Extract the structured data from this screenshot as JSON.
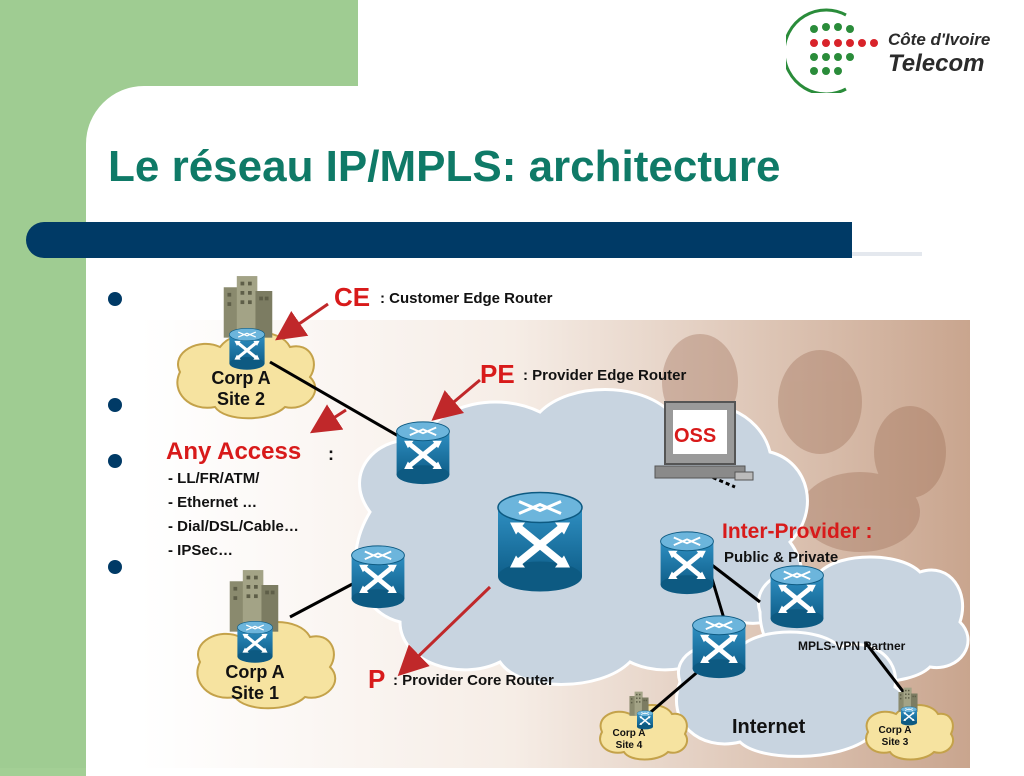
{
  "slide": {
    "title": "Le réseau IP/MPLS: architecture",
    "colors": {
      "accent_green": "#0f7a67",
      "navy": "#003a66",
      "side_green": "#9fcc92",
      "arrow_red": "#c0282a",
      "cloud": "#c8d4e0",
      "router_blue": "#1e7aa8"
    }
  },
  "logo": {
    "line1": "Côte d'Ivoire",
    "line2": "Telecom"
  },
  "diagram": {
    "ce_abbr": "CE",
    "ce_desc": ": Customer Edge Router",
    "pe_abbr": "PE",
    "pe_desc": ": Provider Edge Router",
    "p_abbr": "P",
    "p_desc": ": Provider Core Router",
    "any_access_title": "Any Access",
    "any_access_colon": ":",
    "any_access_items": [
      "- LL/FR/ATM/",
      "- Ethernet …",
      "- Dial/DSL/Cable…",
      "- IPSec…"
    ],
    "oss": "OSS",
    "inter_provider_title": "Inter-Provider :",
    "inter_provider_sub": "Public & Private",
    "mpls_partner": "MPLS-VPN Partner",
    "internet": "Internet",
    "corp_site2": [
      "Corp A",
      "Site 2"
    ],
    "corp_site1": [
      "Corp A",
      "Site 1"
    ],
    "corp_site4": [
      "Corp A",
      "Site 4"
    ],
    "corp_site3": [
      "Corp A",
      "Site 3"
    ]
  }
}
